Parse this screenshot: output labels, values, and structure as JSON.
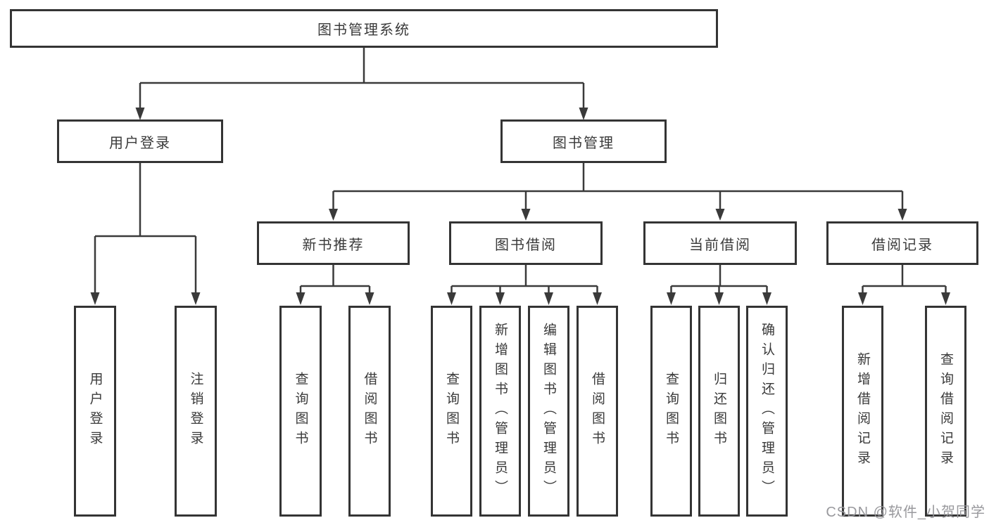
{
  "tree": {
    "root": "图书管理系统",
    "branches": [
      {
        "label": "用户登录",
        "children": [
          "用户登录",
          "注销登录"
        ]
      },
      {
        "label": "图书管理",
        "sections": [
          {
            "label": "新书推荐",
            "children": [
              "查询图书",
              "借阅图书"
            ]
          },
          {
            "label": "图书借阅",
            "children": [
              "查询图书",
              "新增图书（管理员）",
              "编辑图书（管理员）",
              "借阅图书"
            ]
          },
          {
            "label": "当前借阅",
            "children": [
              "查询图书",
              "归还图书",
              "确认归还（管理员）"
            ]
          },
          {
            "label": "借阅记录",
            "children": [
              "新增借阅记录",
              "查询借阅记录"
            ]
          }
        ]
      }
    ]
  },
  "watermark": "CSDN @软件_小贺同学",
  "colors": {
    "line": "#3a3a3a",
    "border": "#343434",
    "text": "#3a3a3a",
    "background": "#ffffff",
    "watermark": "#949498"
  }
}
